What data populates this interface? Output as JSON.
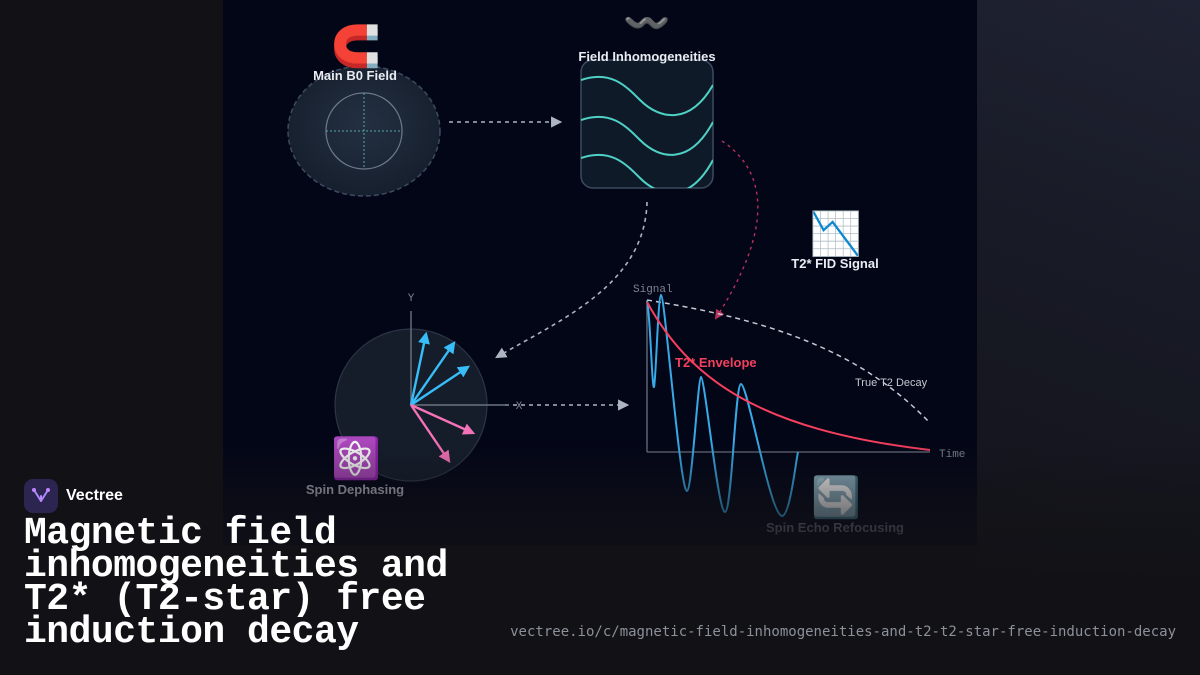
{
  "brand": {
    "name": "Vectree"
  },
  "title": "Magnetic field inhomogeneities and T2* (T2-star) free induction decay",
  "url": "vectree.io/c/magnetic-field-inhomogeneities-and-t2-t2-star-free-induction-decay",
  "diagram": {
    "nodes": {
      "b0": {
        "label": "Main B0 Field",
        "icon": "magnet-icon",
        "glyph": "🧲"
      },
      "inhomogeneities": {
        "label": "Field Inhomogeneities",
        "icon": "wavy-dash-icon",
        "glyph": "〰️"
      },
      "fid": {
        "label": "T2* FID Signal",
        "icon": "chart-decreasing-icon",
        "glyph": "📉"
      },
      "dephasing": {
        "label": "Spin Dephasing",
        "icon": "atom-icon",
        "glyph": "⚛️"
      },
      "echo": {
        "label": "Spin Echo Refocusing",
        "icon": "counterclockwise-arrows-icon",
        "glyph": "🔄"
      }
    },
    "vector_axes": {
      "y": "Y",
      "x": "X"
    },
    "fid_plot": {
      "y_axis": "Signal",
      "x_axis": "Time",
      "envelope_label": "T2* Envelope",
      "true_decay_label": "True T2 Decay"
    },
    "colors": {
      "wave": "#4fd1c5",
      "spin_in_phase": "#38bdf8",
      "spin_dephased": "#f472b6",
      "envelope": "#f43f5e",
      "fid_oscillation": "#38a9e6",
      "connector": "#aeb4c2",
      "connector_pink": "#b8305d"
    }
  }
}
